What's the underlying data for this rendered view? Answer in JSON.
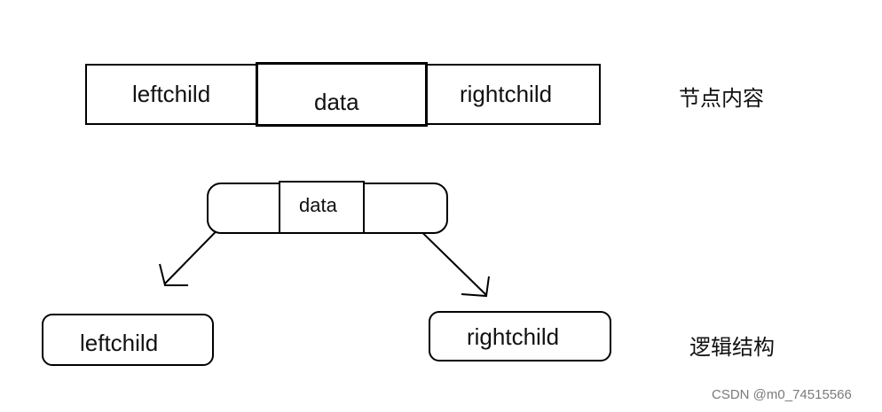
{
  "node_content": {
    "cells": [
      "leftchild",
      "data",
      "rightchild"
    ],
    "side_label": "节点内容"
  },
  "logical_structure": {
    "node_center": "data",
    "left_child": "leftchild",
    "right_child": "rightchild",
    "side_label": "逻辑结构"
  },
  "watermark": "CSDN @m0_74515566"
}
